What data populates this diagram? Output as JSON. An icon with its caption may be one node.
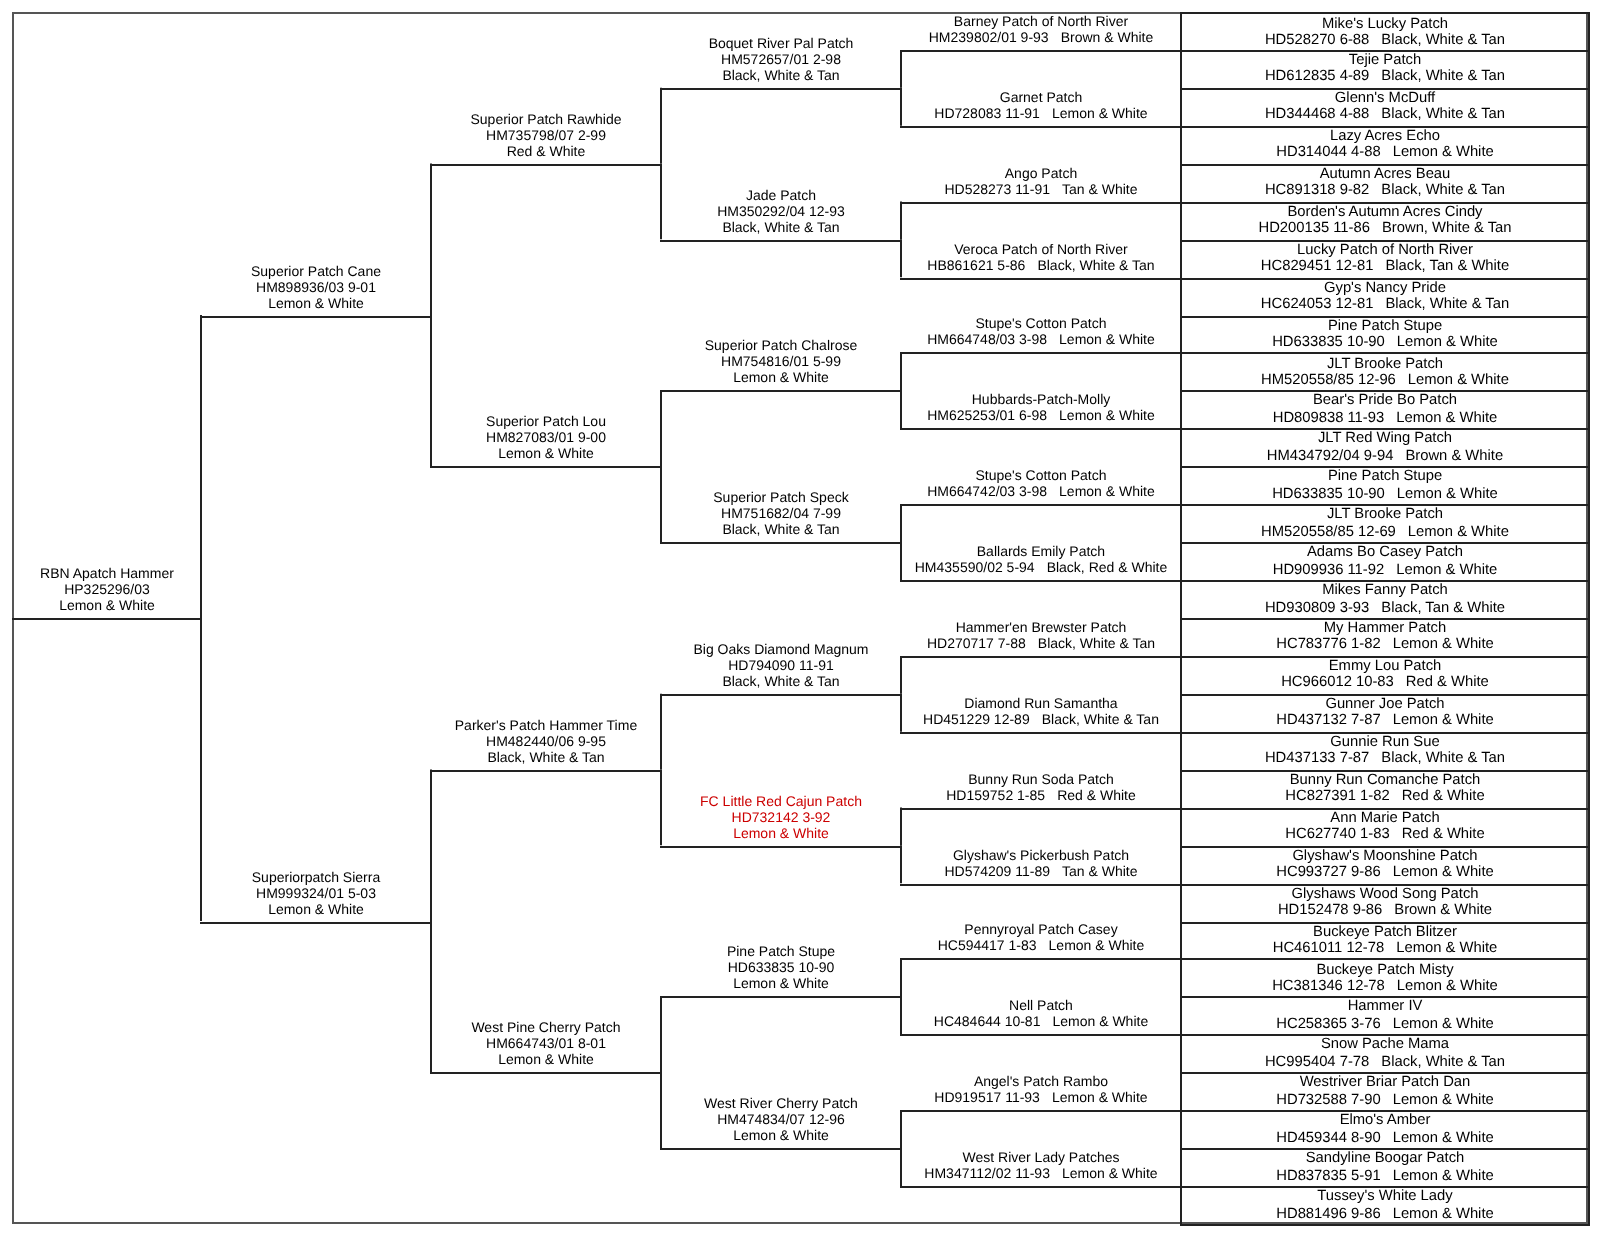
{
  "diagram": {
    "nodes": [
      {
        "text": [
          "RBN Apatch Hammer",
          "HP325296/03",
          "Lemon & White"
        ]
      },
      {
        "text": [
          "Superior Patch Cane",
          "HM898936/03 9-01",
          "Lemon & White"
        ]
      },
      {
        "text": [
          "Superiorpatch Sierra",
          "HM999324/01 5-03",
          "Lemon & White"
        ]
      },
      {
        "text": [
          "Superior Patch Rawhide",
          "HM735798/07 2-99",
          "Red & White"
        ]
      },
      {
        "text": [
          "Superior Patch Lou",
          "HM827083/01 9-00",
          "Lemon & White"
        ]
      },
      {
        "text": [
          "Parker's Patch Hammer Time",
          "HM482440/06 9-95",
          "Black, White & Tan"
        ]
      },
      {
        "text": [
          "West Pine Cherry Patch",
          "HM664743/01 8-01",
          "Lemon & White"
        ]
      },
      {
        "text": [
          "Boquet River Pal Patch",
          "HM572657/01 2-98",
          "Black, White & Tan"
        ]
      },
      {
        "text": [
          "Jade Patch",
          "HM350292/04 12-93",
          "Black, White & Tan"
        ]
      },
      {
        "text": [
          "Superior Patch Chalrose",
          "HM754816/01 5-99",
          "Lemon & White"
        ]
      },
      {
        "text": [
          "Superior Patch Speck",
          "HM751682/04 7-99",
          "Black, White & Tan"
        ]
      },
      {
        "text": [
          "Big Oaks Diamond Magnum",
          "HD794090 11-91",
          "Black, White & Tan"
        ]
      },
      {
        "text": [
          "FC Little Red Cajun Patch",
          "HD732142 3-92",
          "Lemon & White"
        ]
      },
      {
        "text": [
          "Pine Patch Stupe",
          "HD633835 10-90",
          "Lemon & White"
        ]
      },
      {
        "text": [
          "West River Cherry Patch",
          "HM474834/07 12-96",
          "Lemon & White"
        ]
      },
      {
        "text": [
          "Barney Patch of North River",
          "HM239802/01 9-93",
          "Brown & White"
        ]
      },
      {
        "text": [
          "Garnet Patch",
          "HD728083 11-91",
          "Lemon & White"
        ]
      },
      {
        "text": [
          "Ango Patch",
          "HD528273 11-91",
          "Tan & White"
        ]
      },
      {
        "text": [
          "Veroca Patch of North River",
          "HB861621 5-86",
          "Black, White & Tan"
        ]
      },
      {
        "text": [
          "Stupe's Cotton Patch",
          "HM664748/03 3-98",
          "Lemon & White"
        ]
      },
      {
        "text": [
          "Hubbards-Patch-Molly",
          "HM625253/01 6-98",
          "Lemon & White"
        ]
      },
      {
        "text": [
          "Stupe's Cotton Patch",
          "HM664742/03 3-98",
          "Lemon & White"
        ]
      },
      {
        "text": [
          "Ballards Emily Patch",
          "HM435590/02 5-94",
          "Black, Red & White"
        ]
      },
      {
        "text": [
          "Hammer'en Brewster Patch",
          "HD270717 7-88",
          "Black, White & Tan"
        ]
      },
      {
        "text": [
          "Diamond Run Samantha",
          "HD451229 12-89",
          "Black, White & Tan"
        ]
      },
      {
        "text": [
          "Bunny Run Soda Patch",
          "HD159752 1-85",
          "Red & White"
        ]
      },
      {
        "text": [
          "Glyshaw's Pickerbush Patch",
          "HD574209 11-89",
          "Tan & White"
        ]
      },
      {
        "text": [
          "Pennyroyal Patch Casey",
          "HC594417 1-83",
          "Lemon & White"
        ]
      },
      {
        "text": [
          "Nell Patch",
          "HC484644 10-81",
          "Lemon & White"
        ]
      },
      {
        "text": [
          "Angel's Patch Rambo",
          "HD919517 11-93",
          "Lemon & White"
        ]
      },
      {
        "text": [
          "West River Lady Patches",
          "HM347112/02 11-93",
          "Lemon & White"
        ]
      },
      {
        "text": [
          "Mike's Lucky Patch",
          "HD528270 6-88",
          "Black, White & Tan"
        ]
      },
      {
        "text": [
          "Tejie Patch",
          "HD612835 4-89",
          "Black, White & Tan"
        ]
      },
      {
        "text": [
          "Glenn's McDuff",
          "HD344468 4-88",
          "Black, White & Tan"
        ]
      },
      {
        "text": [
          "Lazy Acres Echo",
          "HD314044 4-88",
          "Lemon & White"
        ]
      },
      {
        "text": [
          "Autumn Acres Beau",
          "HC891318 9-82",
          "Black, White & Tan"
        ]
      },
      {
        "text": [
          "Borden's Autumn Acres Cindy",
          "HD200135 11-86",
          "Brown, White & Tan"
        ]
      },
      {
        "text": [
          "Lucky Patch of North River",
          "HC829451 12-81",
          "Black, Tan & White"
        ]
      },
      {
        "text": [
          "Gyp's Nancy Pride",
          "HC624053 12-81",
          "Black, White & Tan"
        ]
      },
      {
        "text": [
          "Pine Patch Stupe",
          "HD633835 10-90",
          "Lemon & White"
        ]
      },
      {
        "text": [
          "JLT Brooke Patch",
          "HM520558/85 12-96",
          "Lemon & White"
        ]
      },
      {
        "text": [
          "Bear's Pride Bo Patch",
          "HD809838 11-93",
          "Lemon & White"
        ]
      },
      {
        "text": [
          "JLT Red Wing Patch",
          "HM434792/04 9-94",
          "Brown & White"
        ]
      },
      {
        "text": [
          "Pine Patch Stupe",
          "HD633835 10-90",
          "Lemon & White"
        ]
      },
      {
        "text": [
          "JLT Brooke Patch",
          "HM520558/85 12-69",
          "Lemon & White"
        ]
      },
      {
        "text": [
          "Adams Bo Casey Patch",
          "HD909936 11-92",
          "Lemon & White"
        ]
      },
      {
        "text": [
          "Mikes Fanny Patch",
          "HD930809 3-93",
          "Black, Tan & White"
        ]
      },
      {
        "text": [
          "My Hammer Patch",
          "HC783776 1-82",
          "Lemon & White"
        ]
      },
      {
        "text": [
          "Emmy Lou Patch",
          "HC966012 10-83",
          "Red & White"
        ]
      },
      {
        "text": [
          "Gunner Joe Patch",
          "HD437132 7-87",
          "Lemon & White"
        ]
      },
      {
        "text": [
          "Gunnie Run Sue",
          "HD437133 7-87",
          "Black, White & Tan"
        ]
      },
      {
        "text": [
          "Bunny Run Comanche Patch",
          "HC827391 1-82",
          "Red & White"
        ]
      },
      {
        "text": [
          "Ann Marie Patch",
          "HC627740 1-83",
          "Red & White"
        ]
      },
      {
        "text": [
          "Glyshaw's Moonshine Patch",
          "HC993727 9-86",
          "Lemon & White"
        ]
      },
      {
        "text": [
          "Glyshaws Wood Song Patch",
          "HD152478 9-86",
          "Brown & White"
        ]
      },
      {
        "text": [
          "Buckeye Patch Blitzer",
          "HC461011 12-78",
          "Lemon & White"
        ]
      },
      {
        "text": [
          "Buckeye Patch Misty",
          "HC381346 12-78",
          "Lemon & White"
        ]
      },
      {
        "text": [
          "Hammer IV",
          "HC258365 3-76",
          "Lemon & White"
        ]
      },
      {
        "text": [
          "Snow Pache Mama",
          "HC995404 7-78",
          "Black, White & Tan"
        ]
      },
      {
        "text": [
          "Westriver Briar Patch Dan",
          "HD732588 7-90",
          "Lemon & White"
        ]
      },
      {
        "text": [
          "Elmo's Amber",
          "HD459344 8-90",
          "Lemon & White"
        ]
      },
      {
        "text": [
          "Sandyline Boogar Patch",
          "HD837835 5-91",
          "Lemon & White"
        ]
      },
      {
        "text": [
          "Tussey's White Lady",
          "HD881496 9-86",
          "Lemon & White"
        ]
      }
    ],
    "edges": [
      {
        "from": 0,
        "to": 1,
        "arrow": "none"
      },
      {
        "from": 0,
        "to": 2,
        "arrow": "none"
      },
      {
        "from": 1,
        "to": 3,
        "arrow": "none"
      },
      {
        "from": 1,
        "to": 4,
        "arrow": "none"
      },
      {
        "from": 2,
        "to": 5,
        "arrow": "none"
      },
      {
        "from": 2,
        "to": 6,
        "arrow": "none"
      },
      {
        "from": 3,
        "to": 7,
        "arrow": "none"
      },
      {
        "from": 3,
        "to": 8,
        "arrow": "none"
      },
      {
        "from": 4,
        "to": 9,
        "arrow": "none"
      },
      {
        "from": 4,
        "to": 10,
        "arrow": "none"
      },
      {
        "from": 5,
        "to": 11,
        "arrow": "none"
      },
      {
        "from": 5,
        "to": 12,
        "arrow": "none"
      },
      {
        "from": 6,
        "to": 13,
        "arrow": "none"
      },
      {
        "from": 6,
        "to": 14,
        "arrow": "none"
      },
      {
        "from": 7,
        "to": 15,
        "arrow": "none"
      },
      {
        "from": 7,
        "to": 16,
        "arrow": "none"
      },
      {
        "from": 8,
        "to": 17,
        "arrow": "none"
      },
      {
        "from": 8,
        "to": 18,
        "arrow": "none"
      },
      {
        "from": 9,
        "to": 19,
        "arrow": "none"
      },
      {
        "from": 9,
        "to": 20,
        "arrow": "none"
      },
      {
        "from": 10,
        "to": 21,
        "arrow": "none"
      },
      {
        "from": 10,
        "to": 22,
        "arrow": "none"
      },
      {
        "from": 11,
        "to": 23,
        "arrow": "none"
      },
      {
        "from": 11,
        "to": 24,
        "arrow": "none"
      },
      {
        "from": 12,
        "to": 25,
        "arrow": "none"
      },
      {
        "from": 12,
        "to": 26,
        "arrow": "none"
      },
      {
        "from": 13,
        "to": 27,
        "arrow": "none"
      },
      {
        "from": 13,
        "to": 28,
        "arrow": "none"
      },
      {
        "from": 14,
        "to": 29,
        "arrow": "none"
      },
      {
        "from": 14,
        "to": 30,
        "arrow": "none"
      },
      {
        "from": 15,
        "to": 31,
        "arrow": "none"
      },
      {
        "from": 15,
        "to": 32,
        "arrow": "none"
      },
      {
        "from": 16,
        "to": 33,
        "arrow": "none"
      },
      {
        "from": 16,
        "to": 34,
        "arrow": "none"
      },
      {
        "from": 17,
        "to": 35,
        "arrow": "none"
      },
      {
        "from": 17,
        "to": 36,
        "arrow": "none"
      },
      {
        "from": 18,
        "to": 37,
        "arrow": "none"
      },
      {
        "from": 18,
        "to": 38,
        "arrow": "none"
      },
      {
        "from": 19,
        "to": 39,
        "arrow": "none"
      },
      {
        "from": 19,
        "to": 40,
        "arrow": "none"
      },
      {
        "from": 20,
        "to": 41,
        "arrow": "none"
      },
      {
        "from": 20,
        "to": 42,
        "arrow": "none"
      },
      {
        "from": 21,
        "to": 43,
        "arrow": "none"
      },
      {
        "from": 21,
        "to": 44,
        "arrow": "none"
      },
      {
        "from": 22,
        "to": 45,
        "arrow": "none"
      },
      {
        "from": 22,
        "to": 46,
        "arrow": "none"
      },
      {
        "from": 23,
        "to": 47,
        "arrow": "none"
      },
      {
        "from": 23,
        "to": 48,
        "arrow": "none"
      },
      {
        "from": 24,
        "to": 49,
        "arrow": "none"
      },
      {
        "from": 24,
        "to": 50,
        "arrow": "none"
      },
      {
        "from": 25,
        "to": 51,
        "arrow": "none"
      },
      {
        "from": 25,
        "to": 52,
        "arrow": "none"
      },
      {
        "from": 26,
        "to": 53,
        "arrow": "none"
      },
      {
        "from": 26,
        "to": 54,
        "arrow": "none"
      },
      {
        "from": 27,
        "to": 55,
        "arrow": "none"
      },
      {
        "from": 27,
        "to": 56,
        "arrow": "none"
      },
      {
        "from": 28,
        "to": 57,
        "arrow": "none"
      },
      {
        "from": 28,
        "to": 58,
        "arrow": "none"
      },
      {
        "from": 29,
        "to": 59,
        "arrow": "none"
      },
      {
        "from": 29,
        "to": 60,
        "arrow": "none"
      },
      {
        "from": 30,
        "to": 61,
        "arrow": "none"
      },
      {
        "from": 30,
        "to": 62,
        "arrow": "none"
      }
    ]
  }
}
